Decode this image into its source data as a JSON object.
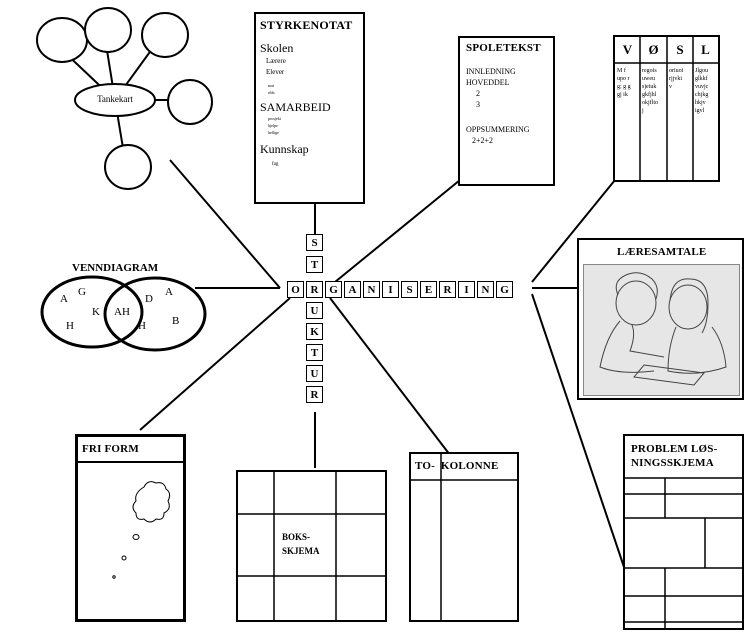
{
  "center": {
    "horizontal": [
      "O",
      "R",
      "G",
      "A",
      "N",
      "I",
      "S",
      "E",
      "R",
      "I",
      "N",
      "G"
    ],
    "vertical_top": [
      "S",
      "T"
    ],
    "vertical_bottom": [
      "U",
      "K",
      "T",
      "U",
      "R"
    ]
  },
  "mindmap": {
    "center_label": "Tankekart"
  },
  "styrkenotat": {
    "title": "STYRKENOTAT",
    "sections": [
      {
        "heading": "Skolen",
        "lines": [
          "Lærere",
          "Elever",
          "mat",
          "ribb"
        ]
      },
      {
        "heading": "SAMARBEID",
        "lines": [
          "prosjekt",
          "hjelpe",
          "hellige"
        ]
      },
      {
        "heading": "Kunnskap",
        "lines": [
          "fag"
        ]
      }
    ]
  },
  "spoletekst": {
    "title": "SPOLETEKST",
    "lines": [
      "INNLEDNING",
      "HOVEDDEL",
      "2",
      "3",
      "OPPSUMMERING",
      "2+2+2"
    ]
  },
  "vosl": {
    "headers": [
      "V",
      "Ø",
      "S",
      "L"
    ],
    "cells": [
      "M f\nupo r\ng; g g\ngj ik",
      "regois\nuweu\nsjetuk\ngkfjhl\nokjflto\nj",
      "oriuoi\nrjjvki\nv",
      "Jlgou\nglkkf\nvuvjc\nchjkg\nhkjv\nigvl"
    ]
  },
  "venn": {
    "title": "VENNDIAGRAM",
    "left": [
      "A",
      "G",
      "K",
      "H"
    ],
    "overlap": "AH",
    "right": [
      "D",
      "A",
      "H",
      "B"
    ]
  },
  "laeresamtale": {
    "title": "LÆRESAMTALE"
  },
  "friform": {
    "title": "FRI FORM"
  },
  "boks": {
    "label": "BOKS-\nSKJEMA"
  },
  "tokolonne": {
    "title": "TO-  KOLONNE"
  },
  "problem": {
    "title": "PROBLEM LØS-\nNINGSSKJEMA"
  }
}
